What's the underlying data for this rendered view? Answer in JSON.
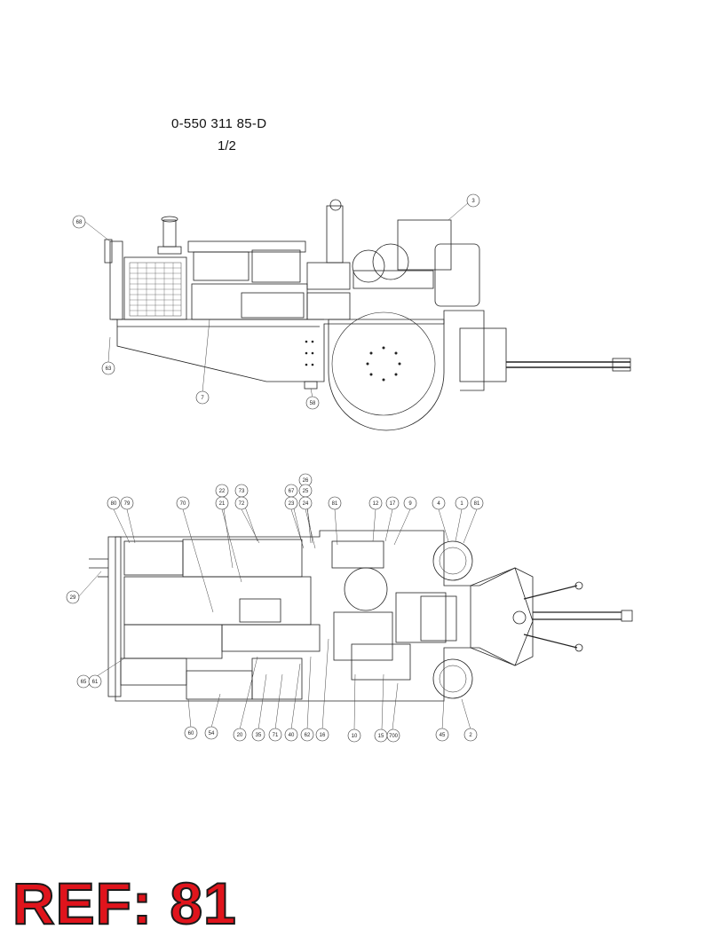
{
  "header": {
    "document_number": "0-550 311 85-D",
    "sheet": "1/2"
  },
  "footer": {
    "ref_label": "REF: 81"
  },
  "side_view": {
    "callouts": [
      {
        "id": "c68",
        "label": "68"
      },
      {
        "id": "c3",
        "label": "3"
      },
      {
        "id": "c63",
        "label": "63"
      },
      {
        "id": "c7",
        "label": "7"
      },
      {
        "id": "c58",
        "label": "58"
      }
    ]
  },
  "top_view": {
    "callouts": [
      {
        "id": "t80",
        "label": "80"
      },
      {
        "id": "t79",
        "label": "79"
      },
      {
        "id": "t70",
        "label": "70"
      },
      {
        "id": "t22",
        "label": "22"
      },
      {
        "id": "t21",
        "label": "21"
      },
      {
        "id": "t73",
        "label": "73"
      },
      {
        "id": "t72",
        "label": "72"
      },
      {
        "id": "t26",
        "label": "26"
      },
      {
        "id": "t67",
        "label": "67"
      },
      {
        "id": "t25",
        "label": "25"
      },
      {
        "id": "t23",
        "label": "23"
      },
      {
        "id": "t24",
        "label": "24"
      },
      {
        "id": "t81a",
        "label": "81"
      },
      {
        "id": "t12",
        "label": "12"
      },
      {
        "id": "t17",
        "label": "17"
      },
      {
        "id": "t9",
        "label": "9"
      },
      {
        "id": "t4",
        "label": "4"
      },
      {
        "id": "t1",
        "label": "1"
      },
      {
        "id": "t81b",
        "label": "81"
      },
      {
        "id": "t29",
        "label": "29"
      },
      {
        "id": "t65",
        "label": "65"
      },
      {
        "id": "t61",
        "label": "61"
      },
      {
        "id": "t60",
        "label": "60"
      },
      {
        "id": "t54",
        "label": "54"
      },
      {
        "id": "t20",
        "label": "20"
      },
      {
        "id": "t35",
        "label": "35"
      },
      {
        "id": "t71",
        "label": "71"
      },
      {
        "id": "t40",
        "label": "40"
      },
      {
        "id": "t62",
        "label": "62"
      },
      {
        "id": "t16",
        "label": "16"
      },
      {
        "id": "t10",
        "label": "10"
      },
      {
        "id": "t15",
        "label": "15"
      },
      {
        "id": "t700",
        "label": "700"
      },
      {
        "id": "t45",
        "label": "45"
      },
      {
        "id": "t2",
        "label": "2"
      }
    ]
  }
}
